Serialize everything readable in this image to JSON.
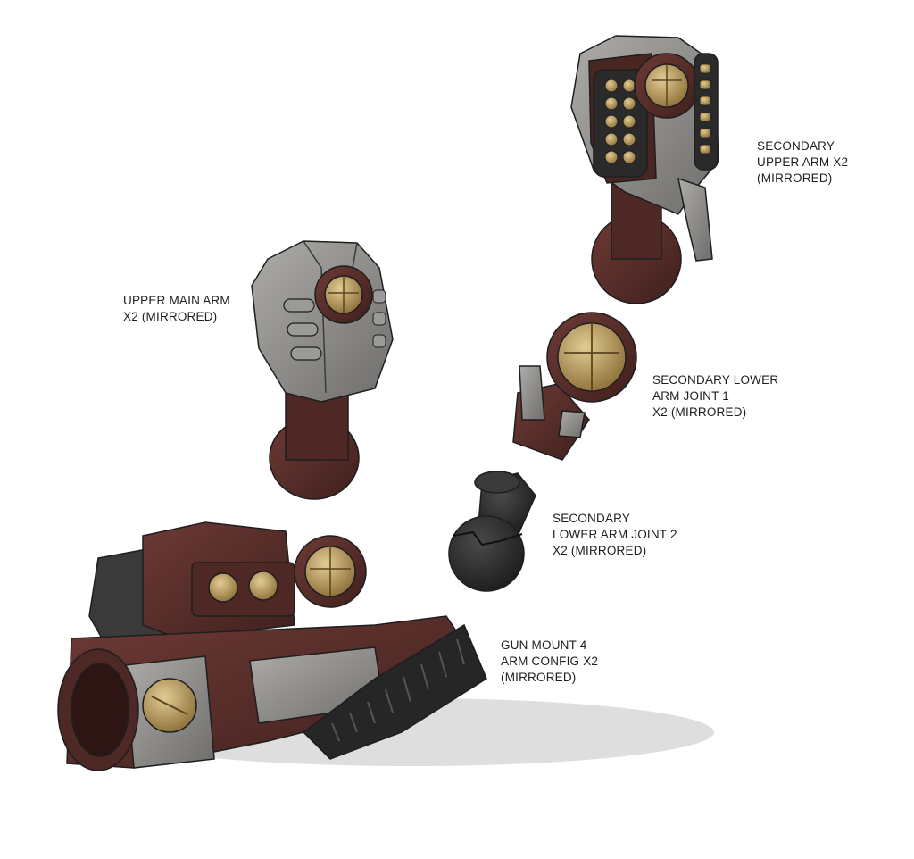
{
  "labels": {
    "secondary_upper_arm": [
      "SECONDARY",
      "UPPER ARM X2",
      "(MIRRORED)"
    ],
    "upper_main_arm": [
      "UPPER MAIN ARM",
      "X2 (MIRRORED)"
    ],
    "secondary_lower_joint_1": [
      "SECONDARY LOWER",
      "ARM JOINT 1",
      "X2 (MIRRORED)"
    ],
    "secondary_lower_joint_2": [
      "SECONDARY",
      "LOWER ARM JOINT 2",
      "X2 (MIRRORED)"
    ],
    "gun_mount": [
      "GUN MOUNT 4",
      "ARM CONFIG X2",
      "(MIRRORED)"
    ]
  },
  "colors": {
    "brown": "#5a2e2a",
    "brown_dark": "#3a1c1a",
    "grey": "#858381",
    "grey_light": "#a3a19f",
    "brass": "#b8985a",
    "black": "#2b2b2b",
    "shadow": "#d9d9d9"
  }
}
